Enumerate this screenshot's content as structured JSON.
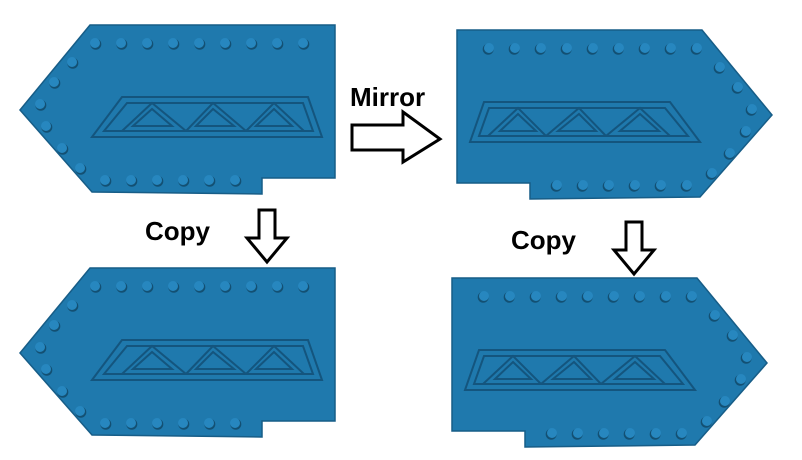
{
  "labels": {
    "mirror": "Mirror",
    "copy_left": "Copy",
    "copy_right": "Copy"
  },
  "colors": {
    "plate_fill": "#1f79ad",
    "plate_stroke": "#175d87",
    "rivet_fill": "#2787bf",
    "rivet_shadow": "#135073",
    "truss_stroke": "#14557e",
    "arrow_fill": "#ffffff",
    "arrow_stroke": "#000000"
  },
  "plates": [
    {
      "id": "plate-original"
    },
    {
      "id": "plate-mirrored"
    },
    {
      "id": "plate-copy"
    },
    {
      "id": "plate-mirrored-copy"
    }
  ]
}
